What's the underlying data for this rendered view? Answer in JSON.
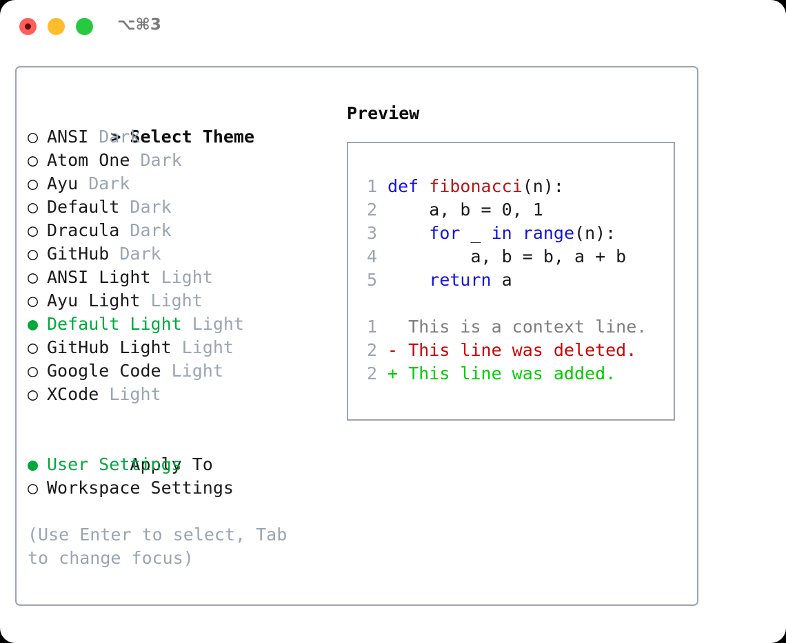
{
  "window": {
    "shortcut": "⌥⌘3",
    "traffic_lights": [
      {
        "name": "close",
        "color": "#ff5f56"
      },
      {
        "name": "minimize",
        "color": "#ffbd2e"
      },
      {
        "name": "maximize",
        "color": "#27c93f"
      }
    ]
  },
  "theme_picker": {
    "heading_prefix": "> ",
    "heading": "Select Theme",
    "bullet_unselected": "○ ",
    "bullet_selected": "● ",
    "items": [
      {
        "name": "ANSI",
        "variant": " Dark",
        "selected": false
      },
      {
        "name": "Atom One",
        "variant": " Dark",
        "selected": false
      },
      {
        "name": "Ayu",
        "variant": " Dark",
        "selected": false
      },
      {
        "name": "Default",
        "variant": " Dark",
        "selected": false
      },
      {
        "name": "Dracula",
        "variant": " Dark",
        "selected": false
      },
      {
        "name": "GitHub",
        "variant": " Dark",
        "selected": false
      },
      {
        "name": "ANSI Light",
        "variant": " Light",
        "selected": false
      },
      {
        "name": "Ayu Light",
        "variant": " Light",
        "selected": false
      },
      {
        "name": "Default Light",
        "variant": " Light",
        "selected": true
      },
      {
        "name": "GitHub Light",
        "variant": " Light",
        "selected": false
      },
      {
        "name": "Google Code",
        "variant": " Light",
        "selected": false
      },
      {
        "name": "XCode",
        "variant": " Light",
        "selected": false
      }
    ]
  },
  "apply_to": {
    "label": "Apply To",
    "options": [
      {
        "name": "User Settings",
        "selected": true
      },
      {
        "name": "Workspace Settings",
        "selected": false
      }
    ]
  },
  "hint": "(Use Enter to select, Tab to change focus)",
  "preview": {
    "title": "Preview",
    "code_lines": [
      {
        "num": "1",
        "tokens": [
          {
            "t": " ",
            "c": "plain"
          },
          {
            "t": "def",
            "c": "kw"
          },
          {
            "t": " ",
            "c": "plain"
          },
          {
            "t": "fibonacci",
            "c": "fn"
          },
          {
            "t": "(n):",
            "c": "plain"
          }
        ]
      },
      {
        "num": "2",
        "tokens": [
          {
            "t": "     a, b = 0, 1",
            "c": "plain"
          }
        ]
      },
      {
        "num": "3",
        "tokens": [
          {
            "t": "     ",
            "c": "plain"
          },
          {
            "t": "for",
            "c": "kw"
          },
          {
            "t": " _ ",
            "c": "plain"
          },
          {
            "t": "in",
            "c": "kw"
          },
          {
            "t": " ",
            "c": "plain"
          },
          {
            "t": "range",
            "c": "kw"
          },
          {
            "t": "(n):",
            "c": "plain"
          }
        ]
      },
      {
        "num": "4",
        "tokens": [
          {
            "t": "         a, b = b, a + b",
            "c": "plain"
          }
        ]
      },
      {
        "num": "5",
        "tokens": [
          {
            "t": "     ",
            "c": "plain"
          },
          {
            "t": "return",
            "c": "kw"
          },
          {
            "t": " a",
            "c": "plain"
          }
        ]
      }
    ],
    "diff_lines": [
      {
        "num": "1",
        "marker": "  ",
        "text": " This is a context line.",
        "kind": "diff-ctx"
      },
      {
        "num": "2",
        "marker": " -",
        "text": " This line was deleted.",
        "kind": "diff-del"
      },
      {
        "num": "2",
        "marker": " +",
        "text": " This line was added.",
        "kind": "diff-add"
      }
    ]
  }
}
